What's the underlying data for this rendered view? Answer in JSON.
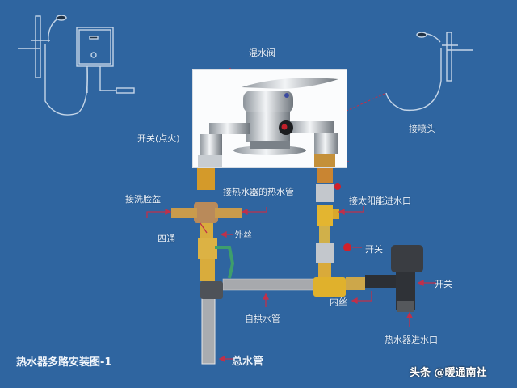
{
  "diagram": {
    "title": "热水器多路安装图-1",
    "watermark": "头条 @暖通南社",
    "colors": {
      "background": "#2f65a0",
      "label_text": "#e8f1fb",
      "arrow": "#c0304a",
      "brass": "#d9a531",
      "pipe_grey": "#a9a9a9",
      "chrome": "#c7ccd2"
    },
    "labels": {
      "mixing_valve": "混水阀",
      "switch_ignition": "开关(点火)",
      "to_shower_head": "接喷头",
      "to_washbasin": "接洗脸盆",
      "to_heater_hot_pipe": "接热水器的热水管",
      "four_way": "四通",
      "male_thread": "外丝",
      "to_solar_inlet": "接太阳能进水口",
      "switch_upper": "开关",
      "switch_right": "开关",
      "female_thread": "内丝",
      "self_supply_pipe": "自拱水管",
      "main_pipe": "总水管",
      "heater_inlet": "热水器进水口"
    },
    "icons": {
      "heater_unit": "water-heater-icon",
      "shower_left": "shower-rail-icon",
      "shower_right": "shower-rail-icon",
      "mixing_valve_photo": "mixing-valve-image"
    }
  }
}
